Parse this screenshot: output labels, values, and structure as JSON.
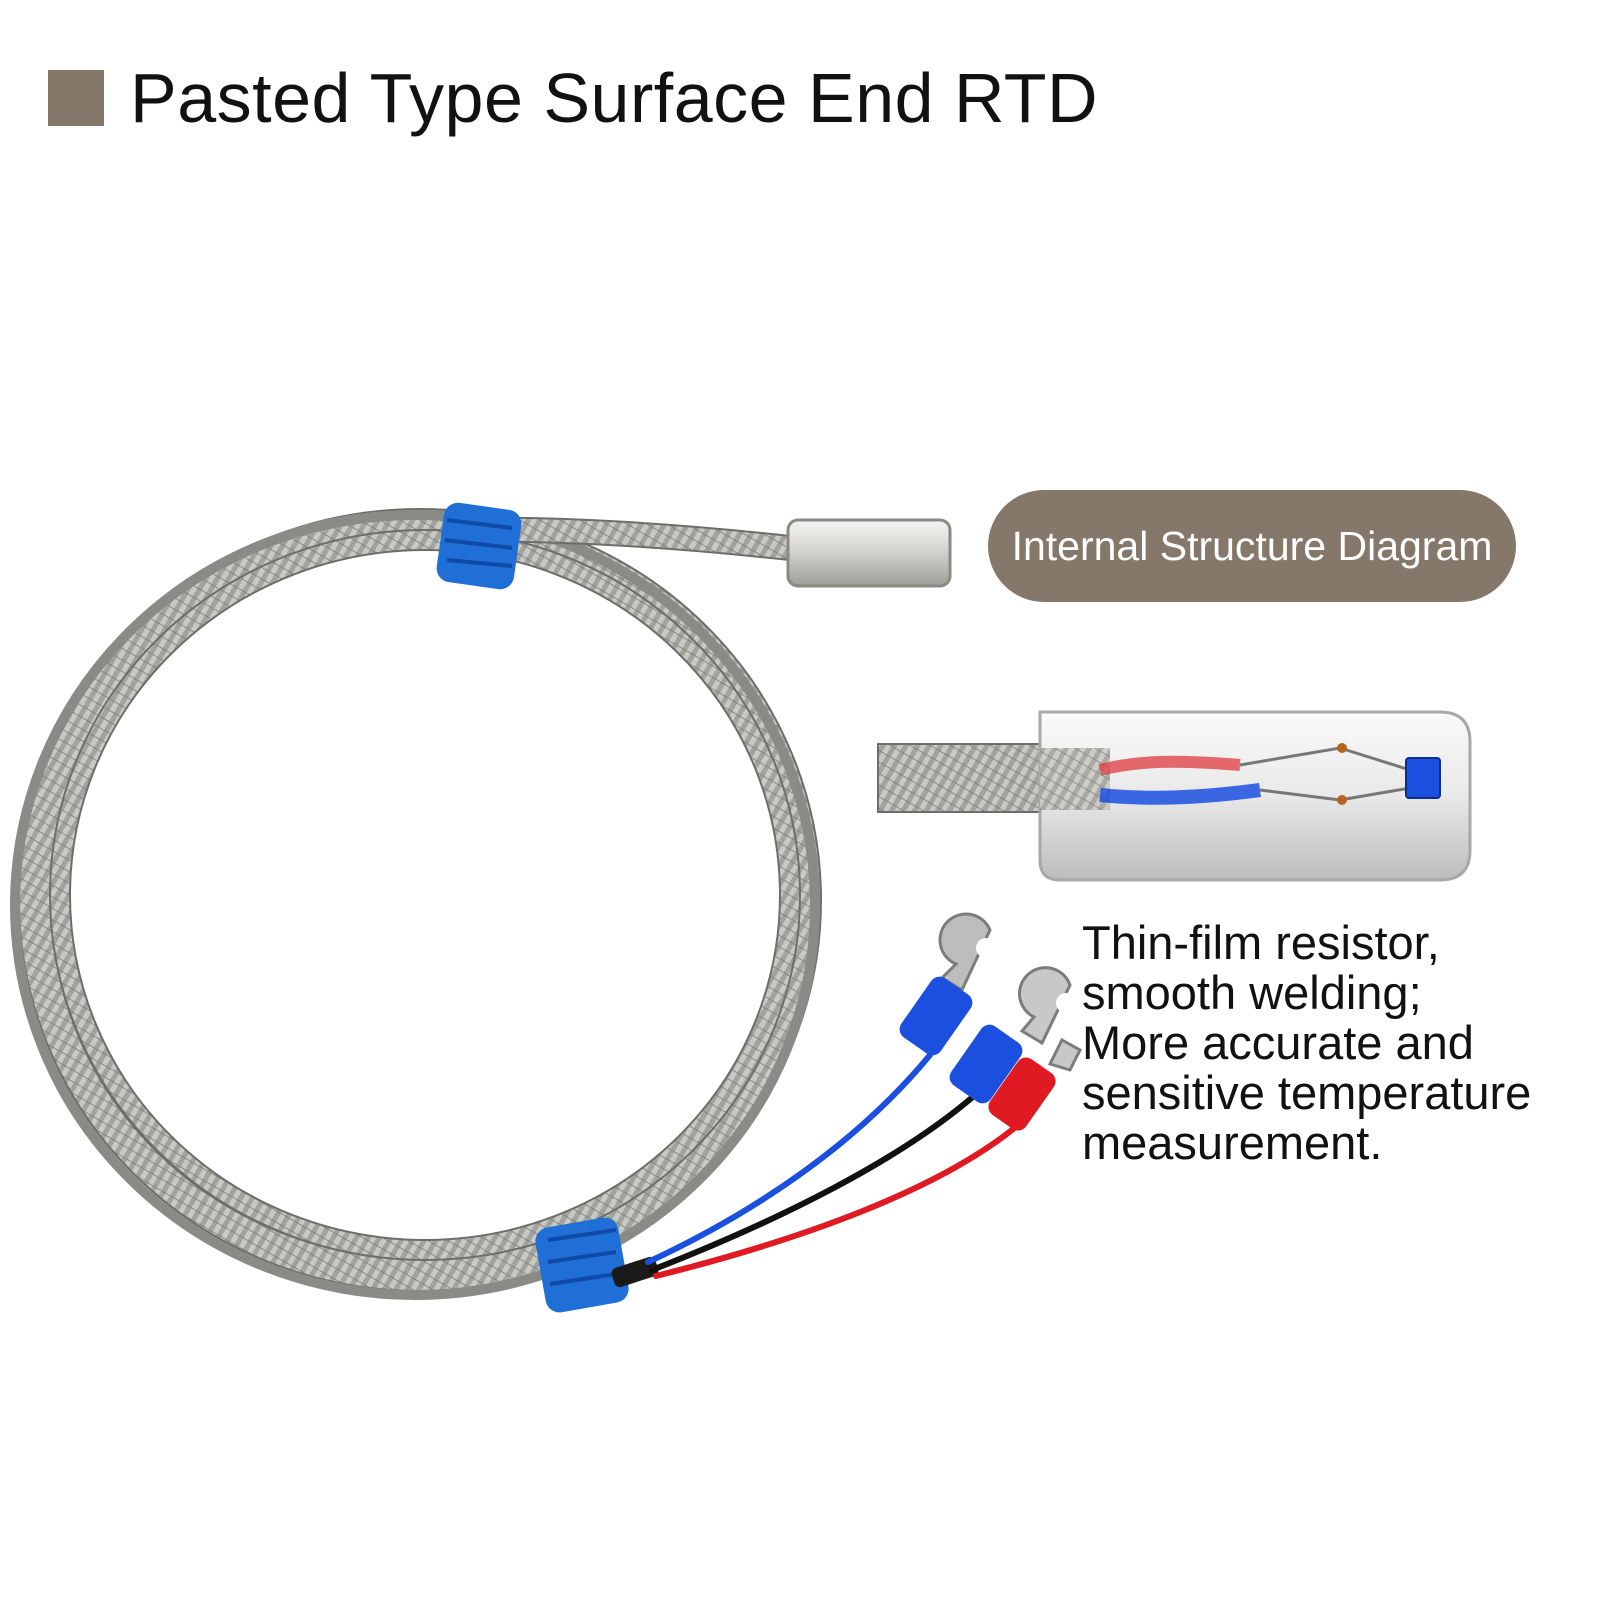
{
  "title": "Pasted Type Surface End RTD",
  "badge": "Internal Structure Diagram",
  "description": [
    "Thin-film resistor,",
    "smooth welding;",
    "More accurate and",
    "sensitive temperature",
    "measurement."
  ],
  "colors": {
    "accent": "#857769",
    "text": "#111111",
    "braid": "#9a9a95",
    "tape": "#1f6fd6",
    "wire_blue": "#1b4fe0",
    "wire_red": "#e01a22",
    "wire_black": "#111111"
  }
}
